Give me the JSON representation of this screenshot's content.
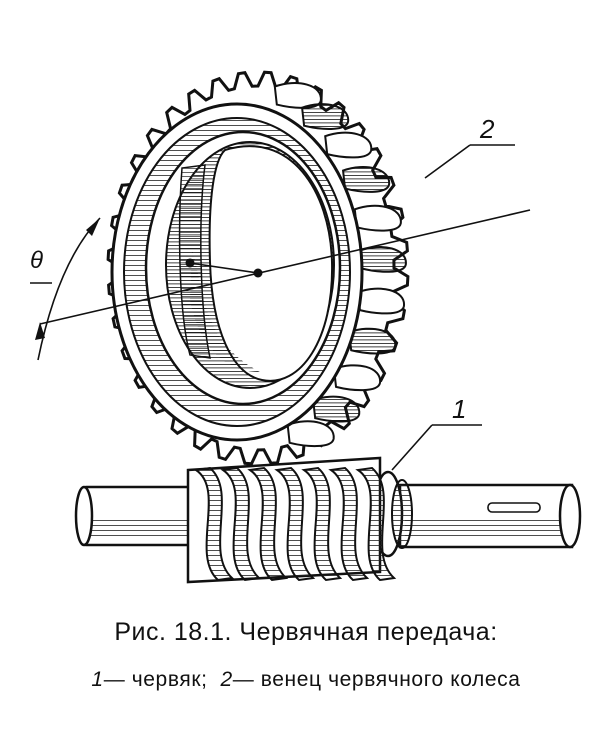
{
  "figure": {
    "labels": {
      "theta": "θ",
      "wheel_rim": "2",
      "worm": "1"
    }
  },
  "caption": {
    "title": "Рис. 18.1. Червячная передача:",
    "item1_number": "1",
    "item1_text": "— червяк;",
    "item2_number": "2",
    "item2_text": "— венец червячного колеса"
  }
}
